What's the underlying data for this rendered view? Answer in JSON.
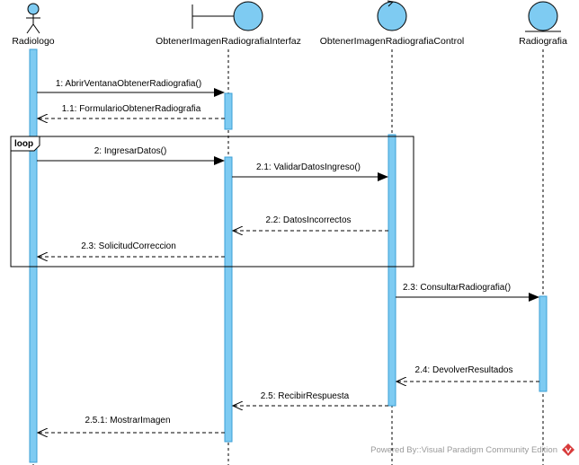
{
  "participants": {
    "radiologo": "Radiologo",
    "interfaz": "ObtenerImagenRadiografiaInterfaz",
    "control": "ObtenerImagenRadiografiaControl",
    "entidad": "Radiografia"
  },
  "fragment": {
    "operator": "loop"
  },
  "messages": {
    "m1": "1: AbrirVentanaObtenerRadiografia()",
    "m1_1": "1.1: FormularioObtenerRadiografia",
    "m2": "2: IngresarDatos()",
    "m2_1": "2.1: ValidarDatosIngreso()",
    "m2_2": "2.2: DatosIncorrectos",
    "m2_3a": "2.3: SolicitudCorreccion",
    "m2_3b": "2.3: ConsultarRadiografia()",
    "m2_4": "2.4: DevolverResultados",
    "m2_5": "2.5: RecibirRespuesta",
    "m2_5_1": "2.5.1: MostrarImagen"
  },
  "watermark": "Powered By::Visual Paradigm Community Edition",
  "colors": {
    "activation_fill": "#7ecbf2",
    "activation_stroke": "#3a9fd6",
    "icon_fill": "#7ecbf2",
    "line": "#000000",
    "watermark_logo": "#d83a3a"
  }
}
